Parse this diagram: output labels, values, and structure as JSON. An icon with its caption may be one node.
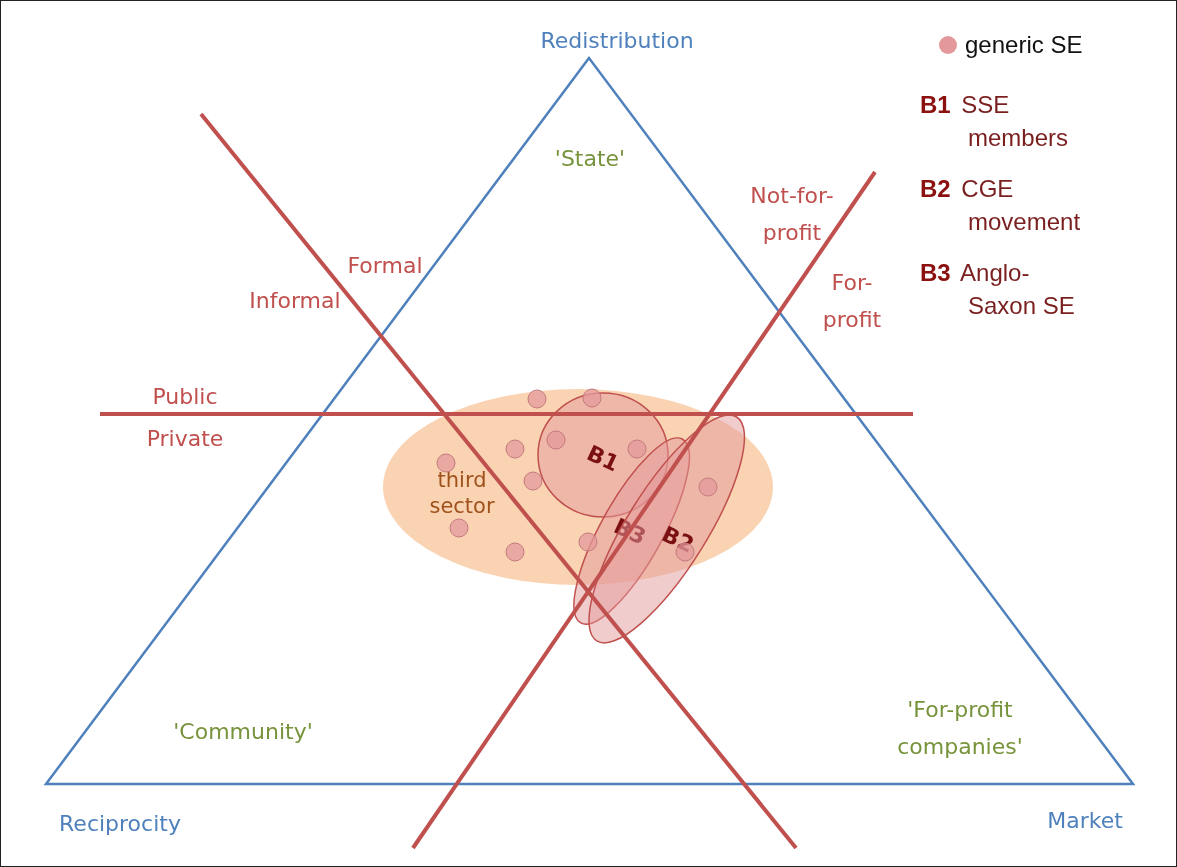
{
  "diagram": {
    "nodes": [
      {
        "text": [
          "third sector"
        ]
      },
      {
        "text": [
          "B1"
        ],
        "in": 0
      },
      {
        "text": [
          "B3"
        ]
      },
      {
        "text": [
          "B2"
        ]
      }
    ],
    "labels": [
      "Redistribution",
      "'State'",
      "Not-for-profit",
      "Formal",
      "Informal",
      "For-profit",
      "Public",
      "Private",
      "'Community'",
      "'For-profit companies'",
      "Reciprocity",
      "Market"
    ],
    "legend": [
      {
        "text": "generic SE",
        "color": "#e3999b"
      },
      {
        "text": "**B1** SSE members"
      },
      {
        "text": "**B2** CGE movement"
      },
      {
        "text": "**B3** Anglo-Saxon SE"
      }
    ]
  }
}
